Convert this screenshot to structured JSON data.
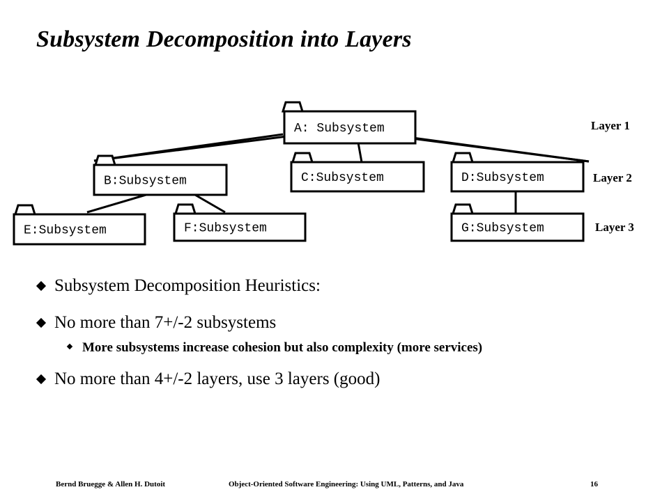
{
  "title": "Subsystem Decomposition into Layers",
  "diagram": {
    "packages": {
      "a": "A: Subsystem",
      "b": "B:Subsystem",
      "c": "C:Subsystem",
      "d": "D:Subsystem",
      "e": "E:Subsystem",
      "f": "F:Subsystem",
      "g": "G:Subsystem"
    },
    "layers": [
      "Layer 1",
      "Layer 2",
      "Layer 3"
    ]
  },
  "bullets": {
    "b1": "Subsystem Decomposition Heuristics:",
    "b2": "No more than 7+/-2 subsystems",
    "b2_sub": "More subsystems increase cohesion but also complexity (more services)",
    "b3": "No more than 4+/-2 layers, use 3 layers (good)"
  },
  "footer": {
    "authors": "Bernd Bruegge & Allen H. Dutoit",
    "book": "Object-Oriented Software Engineering: Using UML, Patterns, and Java",
    "page": "16"
  }
}
